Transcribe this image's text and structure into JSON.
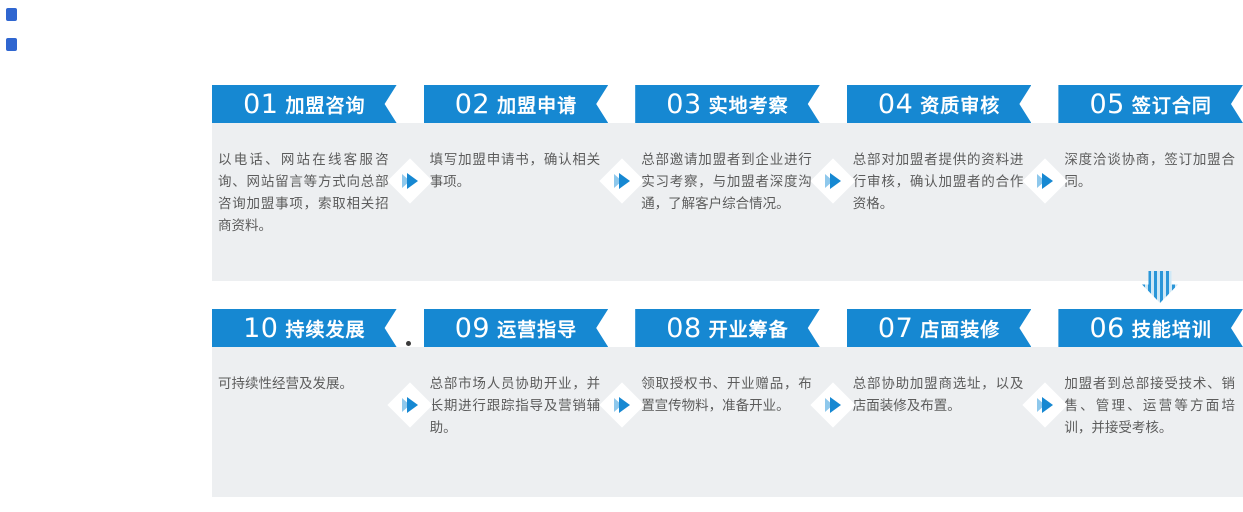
{
  "theme": {
    "accent": "#1688d2",
    "accent_light": "#8ec8ec",
    "panel_bg": "#edeff1",
    "body_text": "#5c5c5c",
    "header_text": "#ffffff"
  },
  "rows": [
    {
      "steps": [
        {
          "num": "01",
          "title": "加盟咨询",
          "desc": "以电话、网站在线客服咨询、网站留言等方式向总部咨询加盟事项，索取相关招商资料。"
        },
        {
          "num": "02",
          "title": "加盟申请",
          "desc": "填写加盟申请书，确认相关事项。"
        },
        {
          "num": "03",
          "title": "实地考察",
          "desc": "总部邀请加盟者到企业进行实习考察，与加盟者深度沟通，了解客户综合情况。"
        },
        {
          "num": "04",
          "title": "资质审核",
          "desc": "总部对加盟者提供的资料进行审核，确认加盟者的合作资格。"
        },
        {
          "num": "05",
          "title": "签订合同",
          "desc": "深度洽谈协商，签订加盟合同。"
        }
      ]
    },
    {
      "steps": [
        {
          "num": "10",
          "title": "持续发展",
          "desc": "可持续性经营及发展。"
        },
        {
          "num": "09",
          "title": "运营指导",
          "desc": "总部市场人员协助开业，并长期进行跟踪指导及营销辅助。"
        },
        {
          "num": "08",
          "title": "开业筹备",
          "desc": "领取授权书、开业赠品，布置宣传物料，准备开业。"
        },
        {
          "num": "07",
          "title": "店面装修",
          "desc": "总部协助加盟商选址，以及店面装修及布置。"
        },
        {
          "num": "06",
          "title": "技能培训",
          "desc": "加盟者到总部接受技术、销售、管理、运营等方面培训，并接受考核。"
        }
      ]
    }
  ]
}
